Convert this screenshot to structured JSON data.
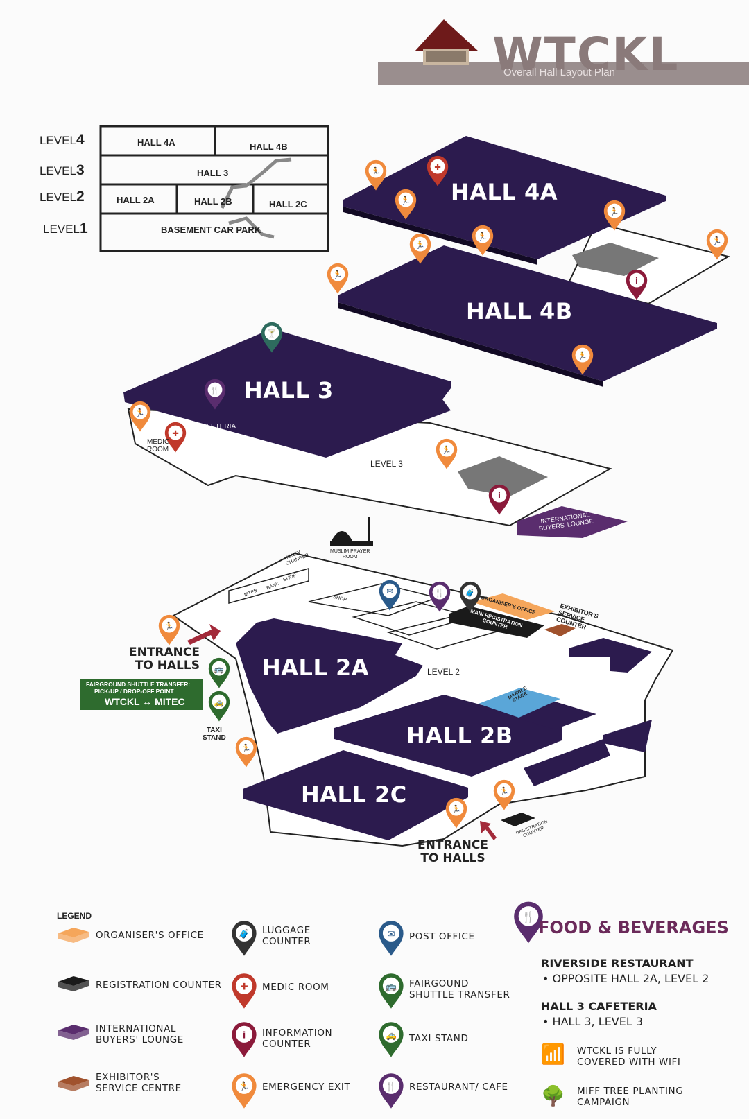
{
  "header": {
    "logo_text": "WTCKL",
    "subtitle": "Overall Hall Layout Plan"
  },
  "level_guide": {
    "levels": [
      "LEVEL",
      "LEVEL",
      "LEVEL",
      "LEVEL"
    ],
    "level_numbers": [
      "4",
      "3",
      "2",
      "1"
    ],
    "rows": {
      "hall_4a": "HALL 4A",
      "hall_4b": "HALL 4B",
      "hall_3": "HALL 3",
      "hall_2a": "HALL 2A",
      "hall_2b": "HALL 2B",
      "hall_2c": "HALL 2C",
      "basement": "BASEMENT CAR PARK"
    }
  },
  "halls": {
    "hall_4a": "HALL 4A",
    "hall_4b": "HALL 4B",
    "hall_3": "HALL 3",
    "hall_2a": "HALL 2A",
    "hall_2b": "HALL 2B",
    "hall_2c": "HALL 2C"
  },
  "map_labels": {
    "cafeteria": "CAFETERIA",
    "medic_room": "MEDIC\nROOM",
    "level_3": "LEVEL 3",
    "level_2": "LEVEL 2",
    "international_buyers_lounge": "INTERNATIONAL\nBUYERS' LOUNGE",
    "muslim_prayer_room": "MUSLIM PRAYER\nROOM",
    "money_changer": "MONEY\nCHANGER",
    "mtpb": "MTPB",
    "bank": "BANK",
    "shop_1": "SHOP",
    "shop_2": "SHOP",
    "organisers_office": "ORGANISER'S OFFICE",
    "main_registration_counter": "MAIN REGISTRATION\nCOUNTER",
    "exhibitors_service_counter": "EXHIBITOR'S\nSERVICE\nCOUNTER",
    "marble_stage": "MARBLE\nSTAGE",
    "entrance_1": "ENTRANCE\nTO HALLS",
    "entrance_2": "ENTRANCE\nTO HALLS",
    "shuttle_line1": "FAIRGROUND SHUTTLE TRANSFER:",
    "shuttle_line2": "PICK-UP / DROP-OFF POINT",
    "shuttle_route": "WTCKL ↔ MITEC",
    "taxi_stand": "TAXI\nSTAND",
    "registration_counter": "REGISTRATION\nCOUNTER"
  },
  "legend": {
    "title": "LEGEND",
    "items": [
      {
        "label": "ORGANISER'S OFFICE",
        "icon": "organisers-office-block",
        "color": "#f5a65b"
      },
      {
        "label": "REGISTRATION COUNTER",
        "icon": "registration-counter-block",
        "color": "#1a1a1a"
      },
      {
        "label": "INTERNATIONAL\nBUYERS' LOUNGE",
        "icon": "buyers-lounge-block",
        "color": "#5a2d6e"
      },
      {
        "label": "EXHIBITOR'S\nSERVICE CENTRE",
        "icon": "exhibitor-service-block",
        "color": "#a0522d"
      },
      {
        "label": "LUGGAGE\nCOUNTER",
        "icon": "luggage-pin",
        "color": "#333333"
      },
      {
        "label": "MEDIC ROOM",
        "icon": "medic-pin",
        "color": "#c0392b"
      },
      {
        "label": "INFORMATION\nCOUNTER",
        "icon": "information-pin",
        "color": "#8b1a3a"
      },
      {
        "label": "EMERGENCY EXIT",
        "icon": "emergency-exit-pin",
        "color": "#f08a3c"
      },
      {
        "label": "POST OFFICE",
        "icon": "post-office-pin",
        "color": "#2a5a8a"
      },
      {
        "label": "FAIRGOUND\nSHUTTLE TRANSFER",
        "icon": "shuttle-pin",
        "color": "#2e6b2e"
      },
      {
        "label": "TAXI STAND",
        "icon": "taxi-pin",
        "color": "#2e6b2e"
      },
      {
        "label": "RESTAURANT/ CAFE",
        "icon": "restaurant-pin",
        "color": "#5a2d6e"
      }
    ]
  },
  "food_beverages": {
    "title": "FOOD & BEVERAGES",
    "restaurants": [
      {
        "name": "RIVERSIDE RESTAURANT",
        "detail": "OPPOSITE HALL 2A, LEVEL 2"
      },
      {
        "name": "HALL 3 CAFETERIA",
        "detail": "HALL 3, LEVEL 3"
      }
    ],
    "wifi_text": "WTCKL IS FULLY\nCOVERED WITH WIFI",
    "tree_text": "MIFF TREE PLANTING\nCAMPAIGN"
  },
  "colors": {
    "hall_purple": "#2c1b4e",
    "exit_orange": "#f08a3c",
    "info_red": "#8b1a3a",
    "restaurant_purple": "#5a2d6e",
    "green": "#2e6b2e",
    "header_band": "#9a8e8e"
  }
}
